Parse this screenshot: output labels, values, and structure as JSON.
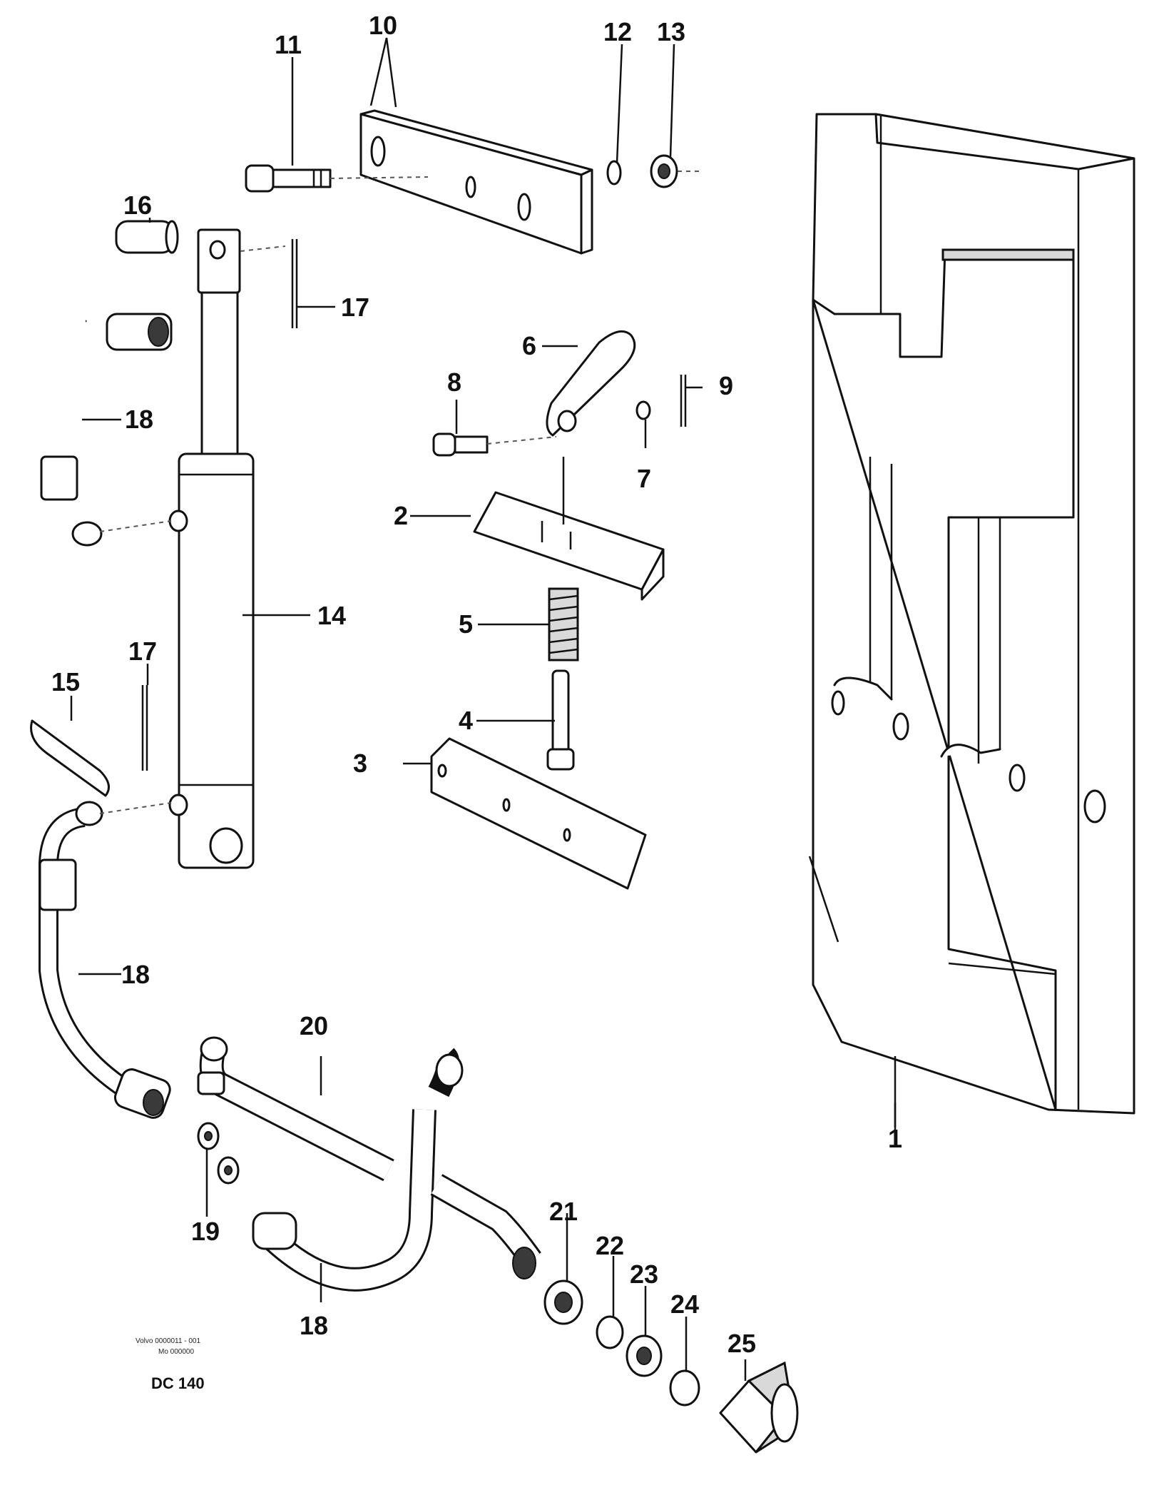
{
  "callouts": [
    "1",
    "2",
    "3",
    "4",
    "5",
    "6",
    "7",
    "8",
    "9",
    "10",
    "11",
    "12",
    "13",
    "14",
    "15",
    "16",
    "17",
    "18",
    "19",
    "20",
    "21",
    "22",
    "23",
    "24",
    "25"
  ],
  "labels": {
    "p1": "1",
    "p2": "2",
    "p3": "3",
    "p4": "4",
    "p5": "5",
    "p6": "6",
    "p7": "7",
    "p8": "8",
    "p9": "9",
    "p10": "10",
    "p11": "11",
    "p12": "12",
    "p13": "13",
    "p14": "14",
    "p15": "15",
    "p16": "16",
    "p17a": "17",
    "p17b": "17",
    "p18a": "18",
    "p18b": "18",
    "p18c": "18",
    "p19": "19",
    "p20": "20",
    "p21": "21",
    "p22": "22",
    "p23": "23",
    "p24": "24",
    "p25": "25"
  },
  "footer": {
    "ref_line1": "Volvo 0000011 - 001",
    "ref_line2": "Mo 000000",
    "code": "DC 140"
  }
}
